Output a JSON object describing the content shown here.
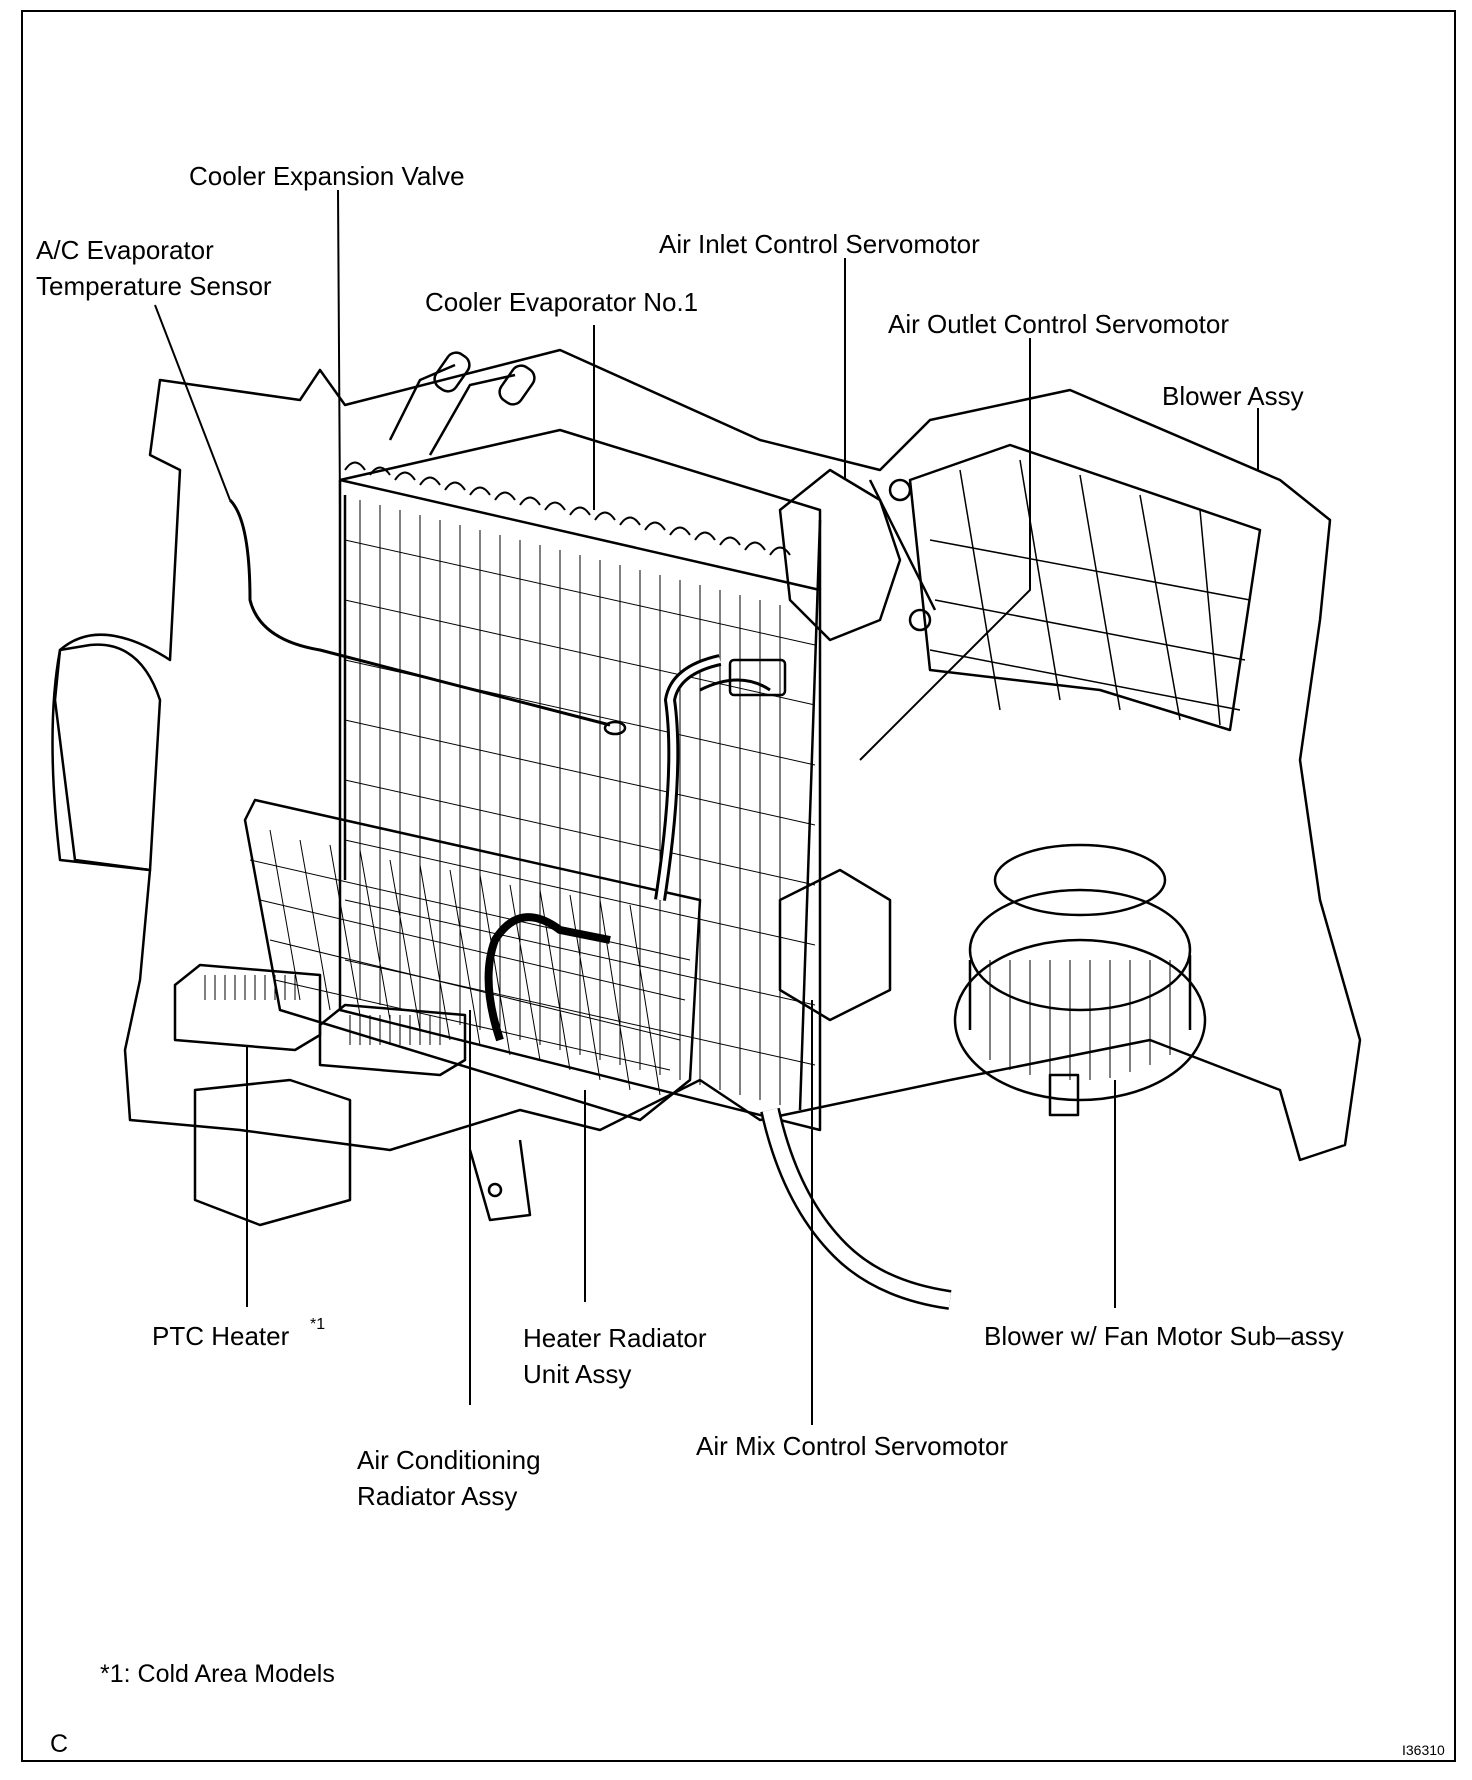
{
  "labels": {
    "cooler_expansion_valve": "Cooler Expansion Valve",
    "ac_evaporator_temp_sensor": [
      "A/C Evaporator",
      "Temperature Sensor"
    ],
    "cooler_evaporator_no1": "Cooler Evaporator No.1",
    "air_inlet_control_servomotor": "Air Inlet Control Servomotor",
    "air_outlet_control_servomotor": "Air Outlet Control Servomotor",
    "blower_assy": "Blower Assy",
    "ptc_heater": "PTC Heater",
    "ptc_heater_mark": "*1",
    "heater_radiator_unit_assy": [
      "Heater Radiator",
      "Unit Assy"
    ],
    "blower_fan_motor_sub_assy": "Blower w/ Fan Motor Sub–assy",
    "air_conditioning_radiator_assy": [
      "Air Conditioning",
      "Radiator Assy"
    ],
    "air_mix_control_servomotor": "Air Mix Control Servomotor"
  },
  "footnote": "*1: Cold Area Models",
  "corner_letter": "C",
  "figure_id": "I36310"
}
